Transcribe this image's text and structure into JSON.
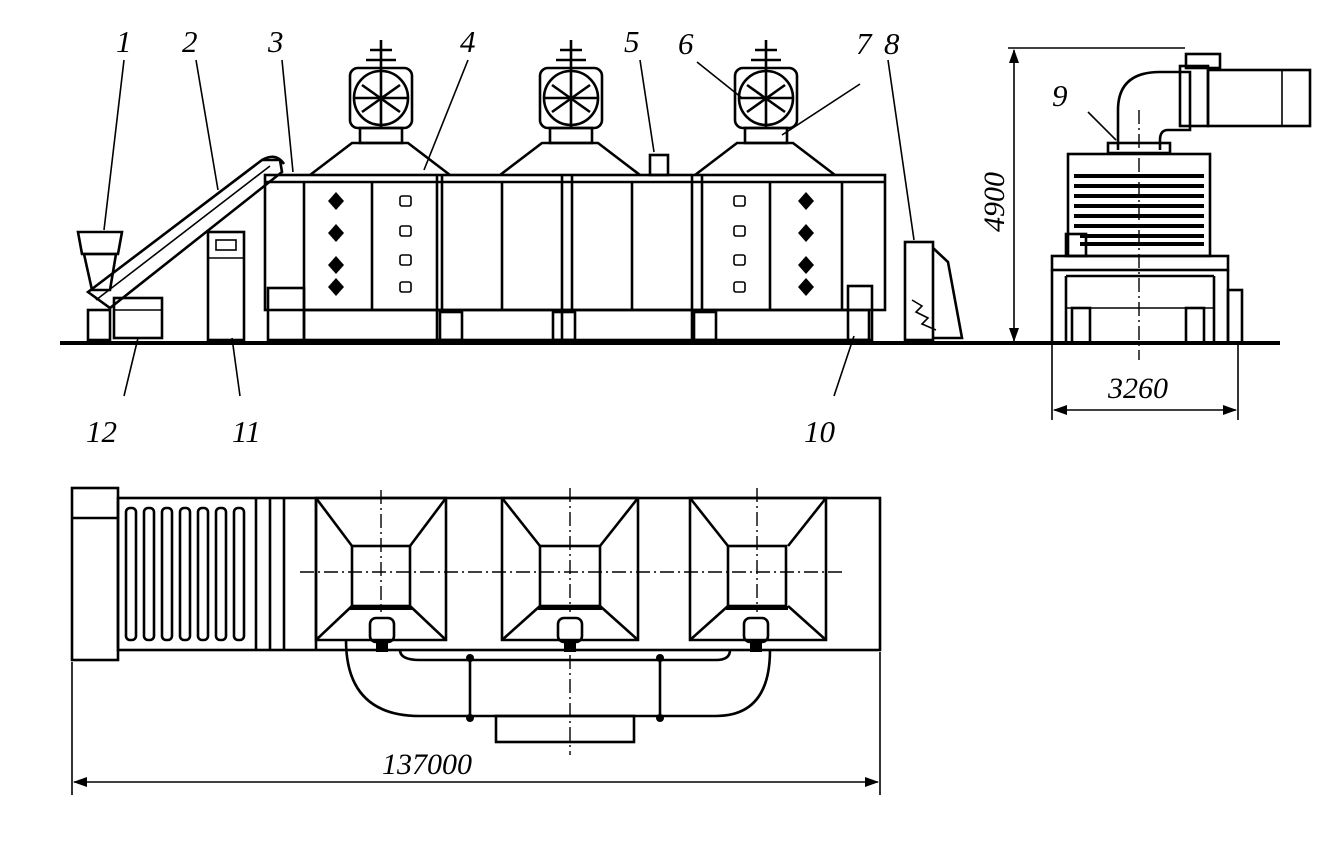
{
  "labels": {
    "l1": "1",
    "l2": "2",
    "l3": "3",
    "l4": "4",
    "l5": "5",
    "l6": "6",
    "l7": "7",
    "l8": "8",
    "l9": "9",
    "l10": "10",
    "l11": "11",
    "l12": "12"
  },
  "dimensions": {
    "height": "4900",
    "width": "3260",
    "length": "137000"
  },
  "colors": {
    "ink": "#000000",
    "paper": "#ffffff"
  }
}
